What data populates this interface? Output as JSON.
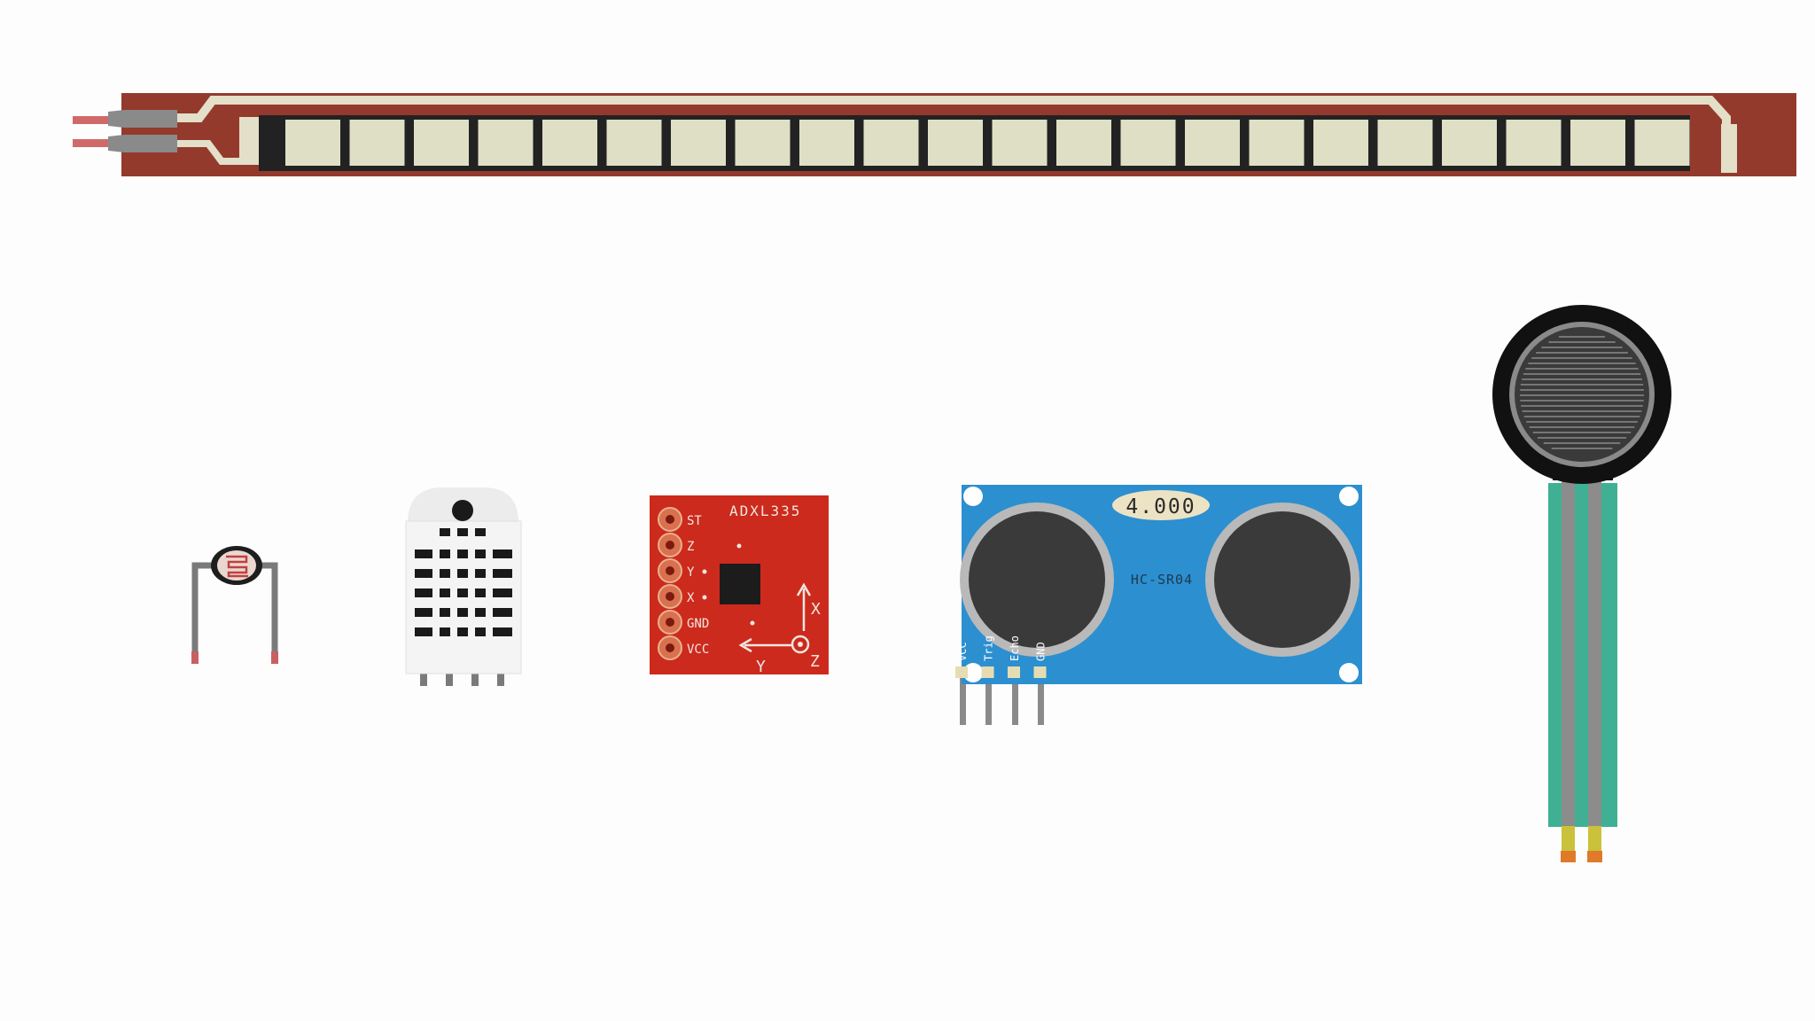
{
  "adxl335": {
    "title": "ADXL335",
    "pins": [
      "ST",
      "Z",
      "Y",
      "X",
      "GND",
      "VCC"
    ],
    "axis_x": "X",
    "axis_y": "Y",
    "axis_z": "Z"
  },
  "hcsr04": {
    "crystal": "4.000",
    "model": "HC-SR04",
    "pins": [
      "VCC",
      "Trig",
      "Echo",
      "GND"
    ]
  },
  "colors": {
    "flex_base": "#933a2c",
    "flex_pad": "#dfdfc6",
    "adxl_board": "#cc2a1d",
    "hcsr04_board": "#2c8fd0",
    "fsr_tail": "#3fb093"
  },
  "components": [
    "flex-sensor",
    "photoresistor",
    "dht22-sensor",
    "adxl335-accelerometer",
    "hc-sr04-ultrasonic-sensor",
    "force-sensitive-resistor"
  ]
}
